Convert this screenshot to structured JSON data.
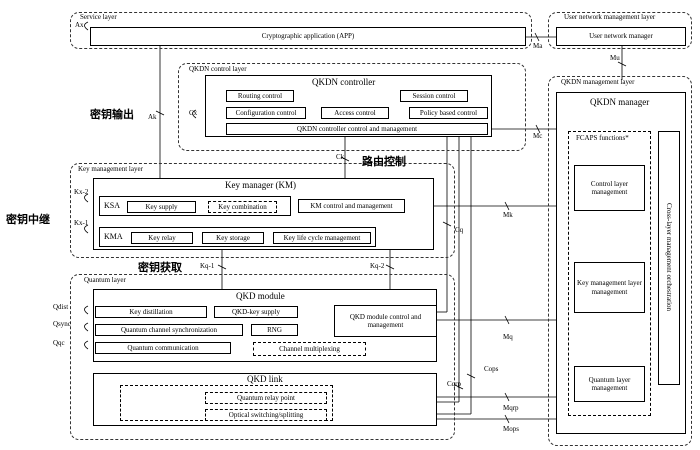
{
  "service_layer": {
    "label": "Service layer",
    "app": "Cryptographic application (APP)",
    "ref_ax": "Ax"
  },
  "user_network_layer": {
    "label": "User network  management layer",
    "manager": "User network manager",
    "ref_ma": "Ma",
    "ref_mu": "Mu"
  },
  "control_layer": {
    "label": "QKDN control layer",
    "controller_title": "QKDN controller",
    "routing": "Routing control",
    "session": "Session control",
    "configuration": "Configuration control",
    "access": "Access control",
    "policy": "Policy based control",
    "ctrl_mgmt": "QKDN controller control and management",
    "ref_cx": "Cx",
    "ref_mc": "Mc",
    "ref_ck": "Ck"
  },
  "key_mgmt_layer": {
    "label": "Key management layer",
    "km_title": "Key manager (KM)",
    "ksa": "KSA",
    "key_supply": "Key supply",
    "key_combination": "Key combination",
    "km_ctrl": "KM control and management",
    "kma": "KMA",
    "key_relay": "Key relay",
    "key_storage": "Key storage",
    "key_lifecycle": "Key life cycle management",
    "ref_kx2": "Kx-2",
    "ref_kx1": "Kx-1",
    "ref_ak": "Ak",
    "ref_mk": "Mk",
    "ref_cq": "Cq",
    "ref_kq1": "Kq-1",
    "ref_kq2": "Kq-2"
  },
  "quantum_layer": {
    "label": "Quantum layer",
    "module_title": "QKD module",
    "key_distillation": "Key distillation",
    "qkd_key_supply": "QKD-key supply",
    "sync": "Quantum channel synchronization",
    "rng": "RNG",
    "qcomm": "Quantum communication",
    "multiplexing": "Channel multiplexing",
    "module_ctrl": "QKD module control and management",
    "link_title": "QKD link",
    "relay_point": "Quantum relay point",
    "optical_switch": "Optical switching/splitting",
    "ref_qdist": "Qdist",
    "ref_qsync": "Qsync",
    "ref_qqc": "Qqc",
    "ref_mq": "Mq",
    "ref_cqrp": "Cqrp",
    "ref_cops": "Cops",
    "ref_mqrp": "Mqrp",
    "ref_mops": "Mops"
  },
  "mgmt_layer": {
    "label": "QKDN management layer",
    "manager_title": "QKDN manager",
    "fcaps": "FCAPS functions*",
    "control_mgmt": "Control layer management",
    "key_mgmt": "Key management layer management",
    "quantum_mgmt": "Quantum layer management",
    "orchestration": "Cross-layer management orchestration"
  },
  "annotations": {
    "key_output": "密钥输出",
    "routing_control": "路由控制",
    "key_relay": "密钥中继",
    "key_acquire": "密钥获取"
  }
}
